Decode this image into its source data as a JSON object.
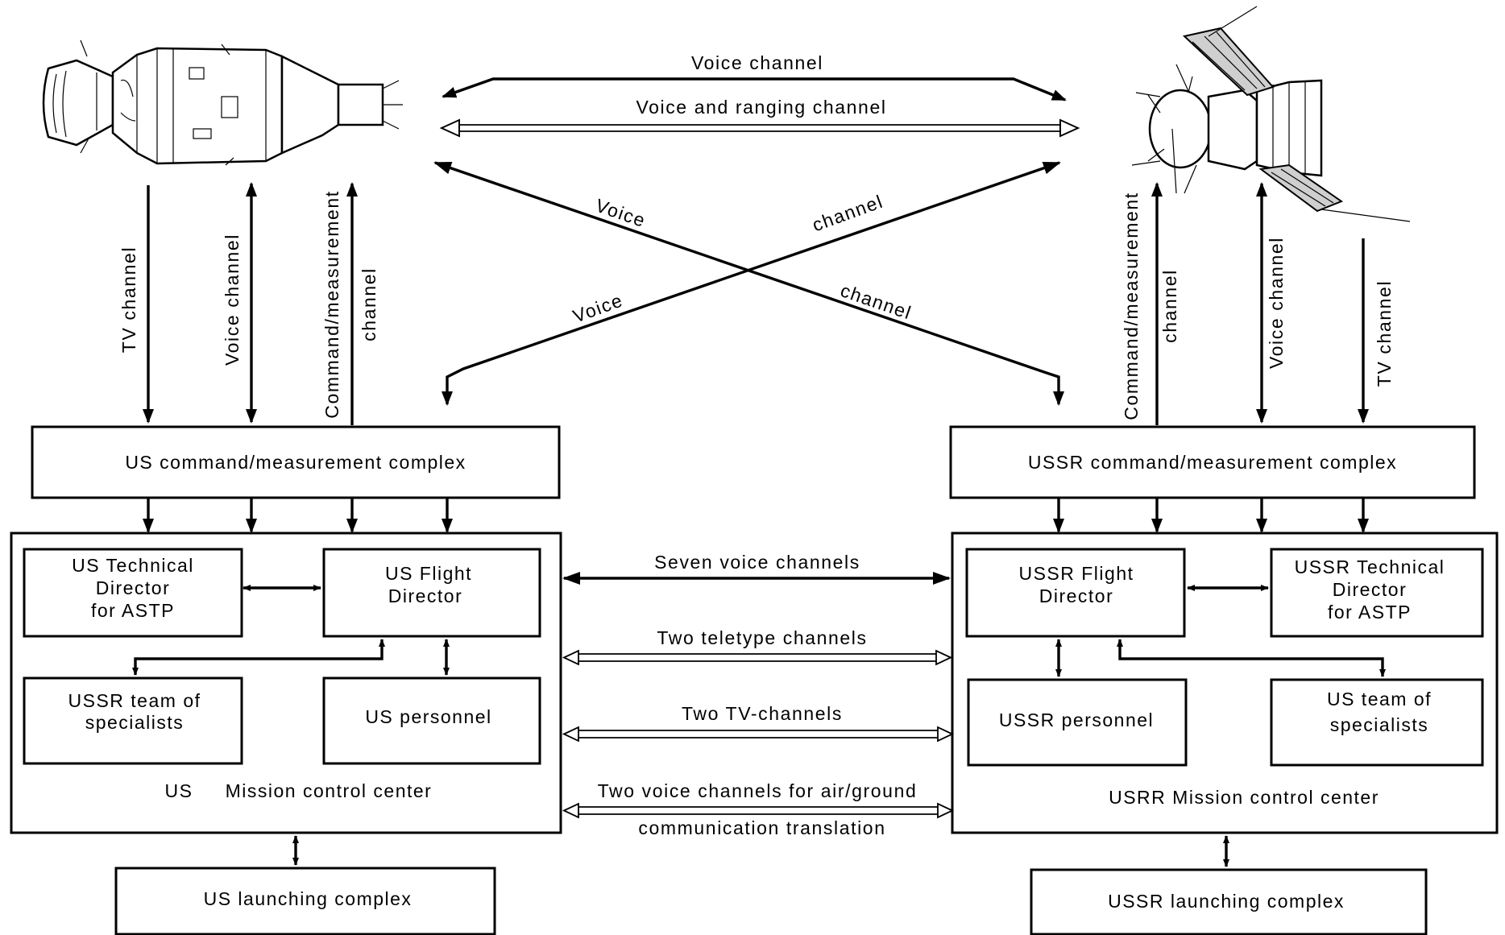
{
  "links": {
    "voice_channel_top": "Voice channel",
    "voice_ranging": "Voice and ranging channel",
    "cross_voice_a": "Voice",
    "cross_channel_a": "channel",
    "cross_voice_b": "Voice",
    "cross_channel_b": "channel",
    "us_tv": "TV channel",
    "us_voice": "Voice channel",
    "us_cmd": "Command/measurement",
    "us_cmd2": "channel",
    "ussr_cmd": "Command/measurement",
    "ussr_cmd2": "channel",
    "ussr_voice": "Voice channel",
    "ussr_tv": "TV channel",
    "seven_voice": "Seven voice  channels",
    "two_teletype": "Two teletype channels",
    "two_tv": "Two TV-channels",
    "two_voice_a": "Two voice channels for  air/ground",
    "two_voice_b": "communication translation"
  },
  "us": {
    "complex": "US command/measurement complex",
    "tech_director": [
      "US Technical",
      "Director",
      "for ASTP"
    ],
    "flight_director": [
      "US Flight",
      "Director"
    ],
    "ussr_team": [
      "USSR team of",
      "specialists"
    ],
    "personnel": "US personnel",
    "mcc_prefix": "US",
    "mcc_label": "Mission control center",
    "launch": "US launching complex"
  },
  "ussr": {
    "complex": "USSR command/measurement complex",
    "flight_director": [
      "USSR Flight",
      "Director"
    ],
    "tech_director": [
      "USSR Technical",
      "Director",
      "for ASTP"
    ],
    "personnel": "USSR personnel",
    "us_team": [
      "US team of",
      "specialists"
    ],
    "mcc_label": "USRR Mission control center",
    "launch": "USSR launching complex"
  },
  "spacecraft": {
    "apollo_icon": "apollo-spacecraft-icon",
    "soyuz_icon": "soyuz-spacecraft-icon"
  }
}
